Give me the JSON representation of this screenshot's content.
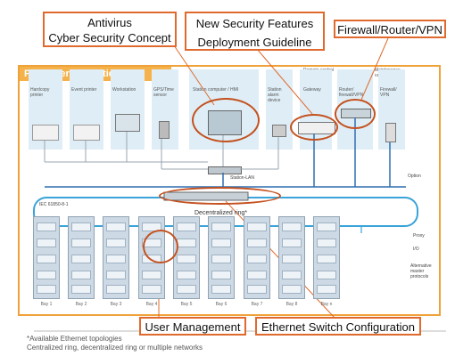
{
  "callouts": {
    "antivirus_line1": "Antivirus",
    "antivirus_line2": "Cyber Security Concept",
    "features_line1": "New Security Features",
    "features_line2": "Deployment Guideline",
    "firewall": "Firewall/Router/VPN",
    "user_mgmt": "User Management",
    "ethernet": "Ethernet Switch Configuration"
  },
  "perimeter": {
    "title": "Perimeter Protection"
  },
  "remote": {
    "control_center": "Remote control center",
    "maintenance": "Maintenance center"
  },
  "devices": {
    "hardcopy": "Hardcopy printer",
    "event": "Event printer",
    "workstation": "Workstation",
    "gps": "GPS/Time sensor",
    "station_computer": "Station computer / HMI",
    "station_alarm": "Station alarm device",
    "gateway": "Gateway",
    "router": "Router/ firewall/VPN",
    "firewall_vpn": "Firewall/ VPN"
  },
  "network": {
    "station_lan": "Station-LAN",
    "option": "Option",
    "iec": "IEC 61850-8-1",
    "ring": "Decentralized ring*",
    "proxy": "Proxy",
    "io": "I/O",
    "alt": "Alternative master protocols"
  },
  "bays": [
    "Bay 1",
    "Bay 2",
    "Bay 3",
    "Bay 4",
    "Bay 5",
    "Bay 6",
    "Bay 7",
    "Bay 8",
    "Bay n"
  ],
  "footnote": {
    "line1": "*Available Ethernet topologies",
    "line2": "Centralized ring, decentralized ring or multiple networks"
  },
  "colors": {
    "accent": "#e06a2e",
    "ring": "#3aa3d8",
    "lan": "#2f6fb0"
  }
}
